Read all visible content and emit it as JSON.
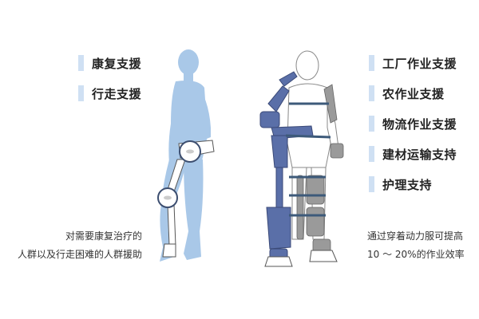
{
  "left_panel": {
    "labels": [
      {
        "text": "康复支援"
      },
      {
        "text": "行走支援"
      }
    ],
    "description": {
      "line1": "对需要康复治疗的",
      "line2": "人群以及行走困难的人群援助"
    },
    "figure": "walking-assist-exoskeleton-figure"
  },
  "right_panel": {
    "labels": [
      {
        "text": "工厂作业支援"
      },
      {
        "text": "农作业支援"
      },
      {
        "text": "物流作业支援"
      },
      {
        "text": "建材运输支持"
      },
      {
        "text": "护理支持"
      }
    ],
    "description": {
      "line1": "通过穿着动力服可提高",
      "line2": "10 ～ 20%的作业效率"
    },
    "figure": "full-body-power-suit-figure"
  },
  "colors": {
    "label_bar": "#cfe0f3",
    "silhouette": "#a9c8e8",
    "suit_blue": "#5a6fa8",
    "suit_gray": "#9a9a9a",
    "text": "#222222"
  }
}
